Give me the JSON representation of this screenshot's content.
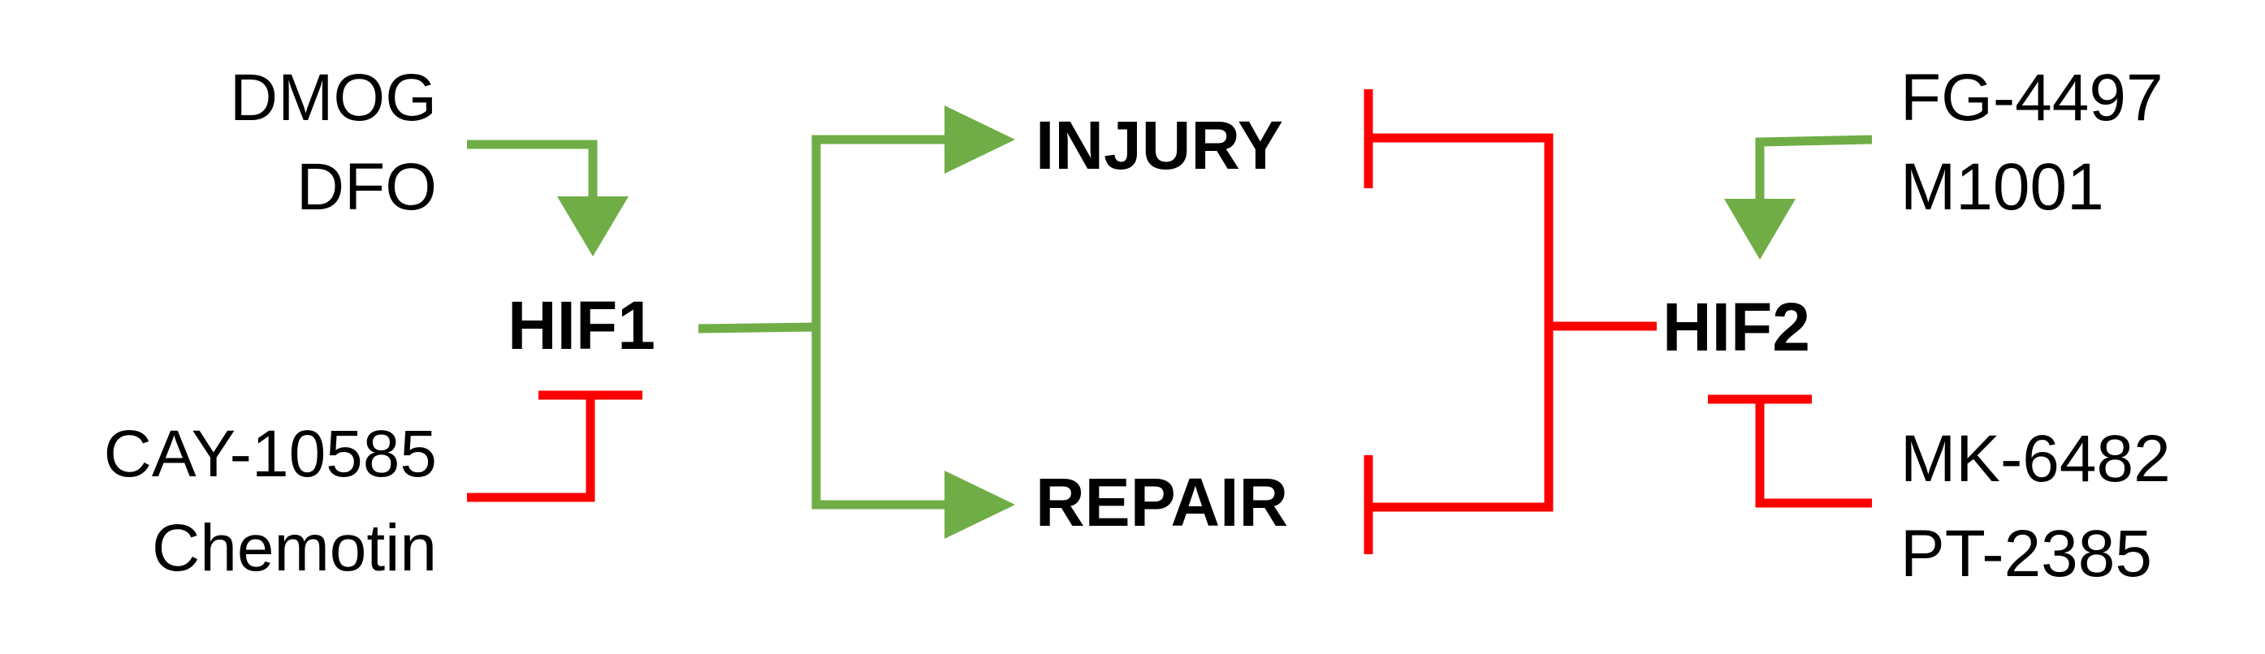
{
  "colors": {
    "activation": "#70AD47",
    "inhibition": "#FF0000",
    "text": "#000000"
  },
  "nodes": {
    "hif1": "HIF1",
    "hif2": "HIF2",
    "injury": "INJURY",
    "repair": "REPAIR"
  },
  "hif1_activators": [
    "DMOG",
    "DFO"
  ],
  "hif1_inhibitors": [
    "CAY-10585",
    "Chemotin"
  ],
  "hif2_activators": [
    "FG-4497",
    "M1001"
  ],
  "hif2_inhibitors": [
    "MK-6482",
    "PT-2385"
  ],
  "edges": [
    {
      "from": "DMOG / DFO",
      "to": "HIF1",
      "type": "activation"
    },
    {
      "from": "CAY-10585 / Chemotin",
      "to": "HIF1",
      "type": "inhibition"
    },
    {
      "from": "HIF1",
      "to": "INJURY",
      "type": "activation"
    },
    {
      "from": "HIF1",
      "to": "REPAIR",
      "type": "activation"
    },
    {
      "from": "FG-4497 / M1001",
      "to": "HIF2",
      "type": "activation"
    },
    {
      "from": "MK-6482 / PT-2385",
      "to": "HIF2",
      "type": "inhibition"
    },
    {
      "from": "HIF2",
      "to": "INJURY",
      "type": "inhibition"
    },
    {
      "from": "HIF2",
      "to": "REPAIR",
      "type": "inhibition"
    }
  ]
}
